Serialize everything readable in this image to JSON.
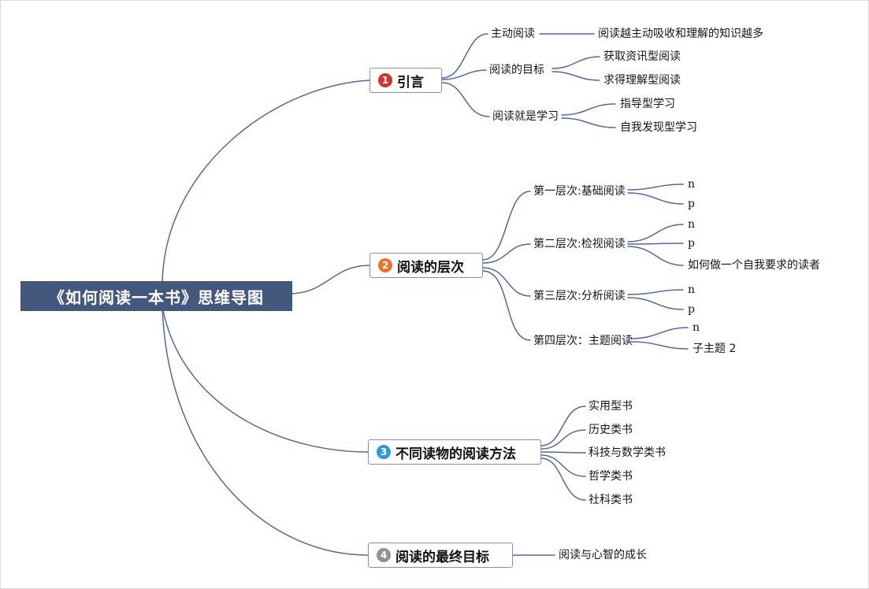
{
  "root": {
    "label": "《如何阅读一本书》思维导图"
  },
  "branches": [
    {
      "num": "1",
      "label": "引言",
      "color": "#d0342c",
      "children": [
        {
          "label": "主动阅读",
          "children": [
            {
              "label": "阅读越主动吸收和理解的知识越多"
            }
          ]
        },
        {
          "label": "阅读的目标",
          "children": [
            {
              "label": "获取资讯型阅读"
            },
            {
              "label": "求得理解型阅读"
            }
          ]
        },
        {
          "label": "阅读就是学习",
          "children": [
            {
              "label": "指导型学习"
            },
            {
              "label": "自我发现型学习"
            }
          ]
        }
      ]
    },
    {
      "num": "2",
      "label": "阅读的层次",
      "color": "#e8742a",
      "children": [
        {
          "label": "第一层次:基础阅读",
          "children": [
            {
              "label": "n"
            },
            {
              "label": "p"
            }
          ]
        },
        {
          "label": "第二层次:检视阅读",
          "children": [
            {
              "label": "n"
            },
            {
              "label": "p"
            },
            {
              "label": "如何做一个自我要求的读者"
            }
          ]
        },
        {
          "label": "第三层次:分析阅读",
          "children": [
            {
              "label": "n"
            },
            {
              "label": "p"
            }
          ]
        },
        {
          "label": "第四层次：主题阅读",
          "children": [
            {
              "label": "n"
            },
            {
              "label": "子主题 2"
            }
          ]
        }
      ]
    },
    {
      "num": "3",
      "label": "不同读物的阅读方法",
      "color": "#2e9bd6",
      "children": [
        {
          "label": "实用型书"
        },
        {
          "label": "历史类书"
        },
        {
          "label": "科技与数学类书"
        },
        {
          "label": "哲学类书"
        },
        {
          "label": "社科类书"
        }
      ]
    },
    {
      "num": "4",
      "label": "阅读的最终目标",
      "color": "#8f9396",
      "children": [
        {
          "label": "阅读与心智的成长"
        }
      ]
    }
  ],
  "colors": {
    "line": "#54689A",
    "root_bg": "#44587e",
    "node_border": "#8090bb"
  }
}
